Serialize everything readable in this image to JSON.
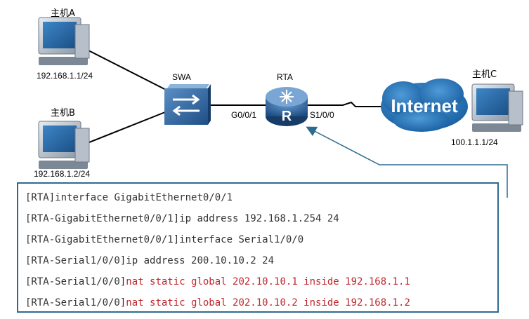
{
  "hosts": {
    "a": {
      "name": "主机A",
      "ip": "192.168.1.1/24"
    },
    "b": {
      "name": "主机B",
      "ip": "192.168.1.2/24"
    },
    "c": {
      "name": "主机C",
      "ip": "100.1.1.1/24"
    }
  },
  "switch": {
    "name": "SWA"
  },
  "router": {
    "name": "RTA",
    "badge": "R",
    "port_lan": "G0/0/1",
    "port_wan": "S1/0/0"
  },
  "cloud": {
    "label": "Internet"
  },
  "cli": {
    "lines": [
      {
        "prefix": "[RTA]",
        "cmd": "interface GigabitEthernet0/0/1",
        "highlight": false
      },
      {
        "prefix": "[RTA-GigabitEthernet0/0/1]",
        "cmd": "ip address 192.168.1.254 24",
        "highlight": false
      },
      {
        "prefix": "[RTA-GigabitEthernet0/0/1]",
        "cmd": "interface Serial1/0/0",
        "highlight": false
      },
      {
        "prefix": "[RTA-Serial1/0/0]",
        "cmd": "ip address 200.10.10.2 24",
        "highlight": false
      },
      {
        "prefix": "[RTA-Serial1/0/0]",
        "cmd": "nat static global 202.10.10.1 inside 192.168.1.1",
        "highlight": true
      },
      {
        "prefix": "[RTA-Serial1/0/0]",
        "cmd": "nat static global 202.10.10.2 inside 192.168.1.2",
        "highlight": true
      }
    ]
  },
  "colors": {
    "highlight_cmd": "#c0272d",
    "cli_border": "#2e6b8f",
    "arrow": "#2e6b8f"
  }
}
